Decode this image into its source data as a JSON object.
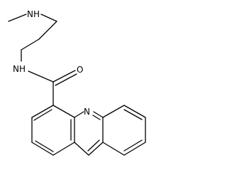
{
  "molecule": {
    "atom_labels": {
      "amine_nh": "NH",
      "amide_nh": "NH",
      "carbonyl_o": "O",
      "ring_n": "N"
    },
    "colors": {
      "bond": "#000000",
      "label": "#000000",
      "background": "#ffffff"
    }
  }
}
